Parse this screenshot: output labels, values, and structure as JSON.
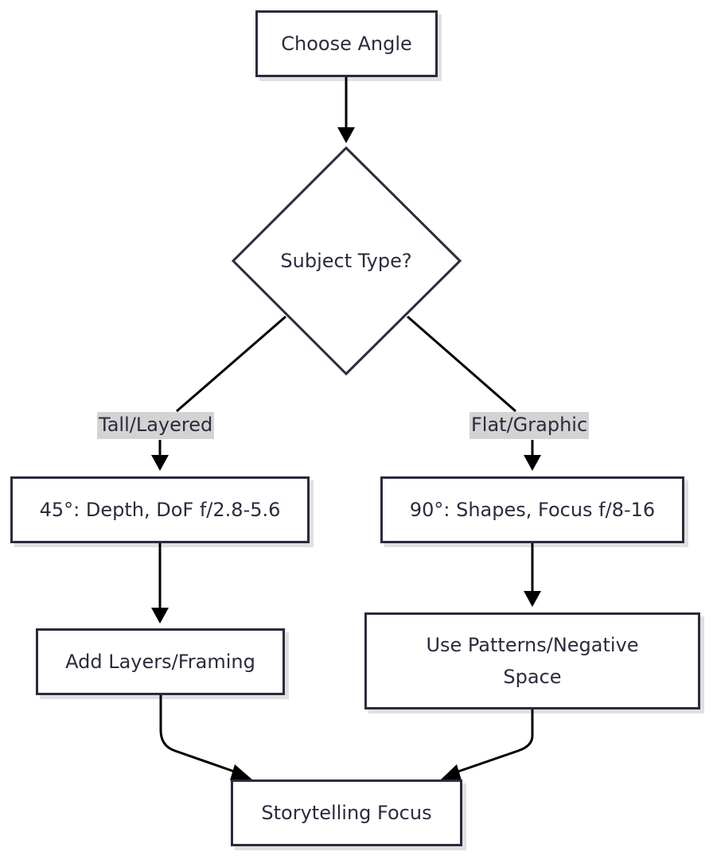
{
  "diagram": {
    "nodes": {
      "choose_angle": "Choose Angle",
      "subject_type": "Subject Type?",
      "depth_45": "45°: Depth, DoF f/2.8-5.6",
      "shapes_90": "90°: Shapes, Focus f/8-16",
      "add_layers": "Add Layers/Framing",
      "use_patterns": "Use Patterns/Negative Space",
      "storytelling": "Storytelling Focus"
    },
    "edges": {
      "tall_layered": "Tall/Layered",
      "flat_graphic": "Flat/Graphic"
    },
    "colors": {
      "stroke": "#2b2b3d",
      "label_background": "#d3d3d3",
      "node_fill": "#ffffff"
    }
  }
}
